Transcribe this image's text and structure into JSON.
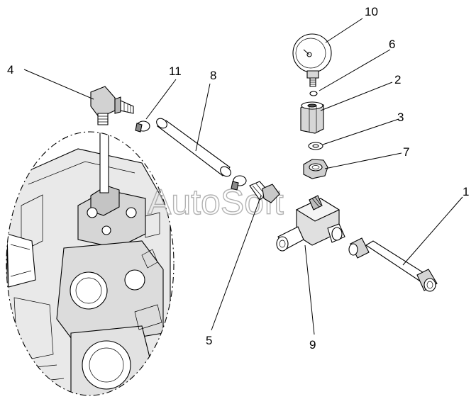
{
  "watermark": "AutoSoft",
  "callouts": [
    {
      "id": "1",
      "label": "1"
    },
    {
      "id": "2",
      "label": "2"
    },
    {
      "id": "3",
      "label": "3"
    },
    {
      "id": "4",
      "label": "4"
    },
    {
      "id": "5",
      "label": "5"
    },
    {
      "id": "6",
      "label": "6"
    },
    {
      "id": "7",
      "label": "7"
    },
    {
      "id": "8",
      "label": "8"
    },
    {
      "id": "9",
      "label": "9"
    },
    {
      "id": "10",
      "label": "10"
    },
    {
      "id": "11",
      "label": "11"
    }
  ]
}
